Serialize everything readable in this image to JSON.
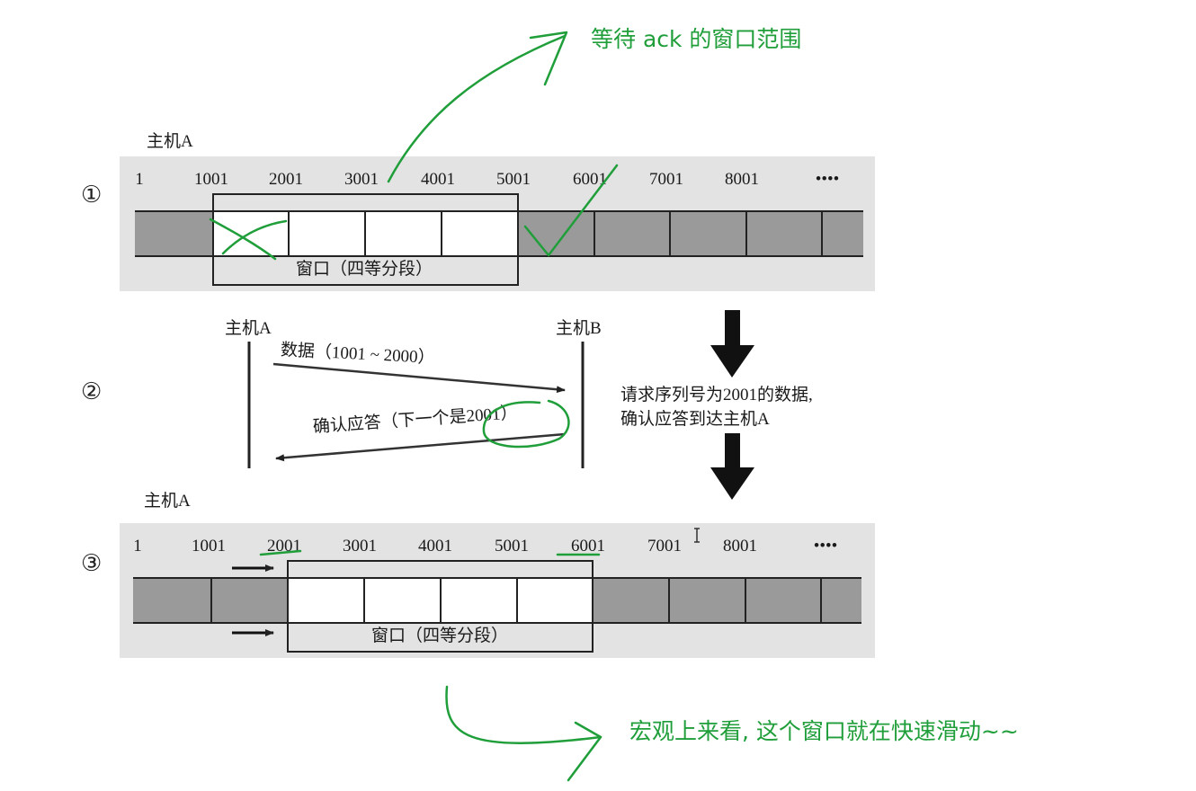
{
  "annotations": {
    "top_note": "等待 ack 的窗口范围",
    "bottom_note": "宏观上来看, 这个窗口就在快速滑动~~"
  },
  "step1": {
    "marker": "①",
    "host_label": "主机A",
    "numbers": [
      "1",
      "1001",
      "2001",
      "3001",
      "4001",
      "5001",
      "6001",
      "7001",
      "8001",
      "••••"
    ],
    "window_caption": "窗口（四等分段）"
  },
  "step2": {
    "marker": "②",
    "host_a": "主机A",
    "host_b": "主机B",
    "data_msg": "数据（1001 ~ 2000）",
    "ack_msg": "确认应答（下一个是2001）",
    "side_note_line1": "请求序列号为2001的数据,",
    "side_note_line2": "确认应答到达主机A"
  },
  "step3": {
    "marker": "③",
    "host_label": "主机A",
    "numbers": [
      "1",
      "1001",
      "2001",
      "3001",
      "4001",
      "5001",
      "6001",
      "7001",
      "8001",
      "••••"
    ],
    "window_caption": "窗口（四等分段）"
  },
  "colors": {
    "annotation_green": "#1f9e3a",
    "segment_grey": "#9a9a9a",
    "band_grey": "#e3e3e3"
  }
}
